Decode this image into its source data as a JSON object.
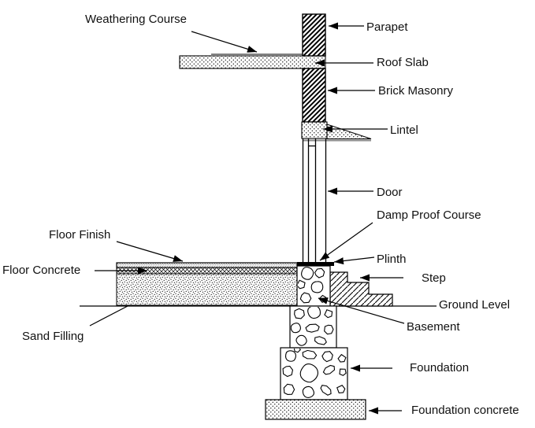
{
  "figure": {
    "type": "construction-cross-section",
    "colors": {
      "line": "#000000",
      "text": "#111111",
      "weathering_course": "#808080",
      "background": "#ffffff"
    },
    "labels": {
      "weathering_course": "Weathering Course",
      "parapet": "Parapet",
      "roof_slab": "Roof Slab",
      "brick_masonry": "Brick Masonry",
      "lintel": "Lintel",
      "door": "Door",
      "damp_proof_course": "Damp Proof Course",
      "plinth": "Plinth",
      "step": "Step",
      "ground_level": "Ground Level",
      "basement": "Basement",
      "foundation": "Foundation",
      "foundation_concrete": "Foundation concrete",
      "floor_finish": "Floor Finish",
      "floor_concrete": "Floor Concrete",
      "sand_filling": "Sand Filling"
    }
  }
}
